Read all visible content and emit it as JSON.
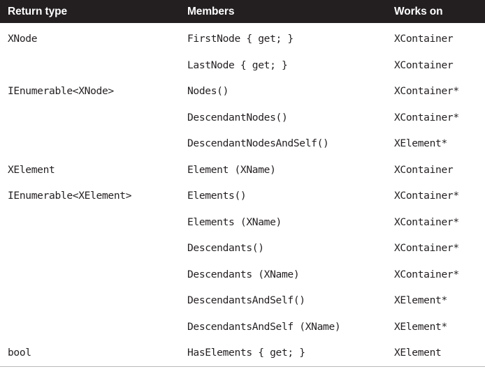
{
  "table": {
    "columns": [
      {
        "key": "return_type",
        "label": "Return type"
      },
      {
        "key": "members",
        "label": "Members"
      },
      {
        "key": "works_on",
        "label": "Works on"
      }
    ],
    "header_background": "#231f20",
    "header_text_color": "#ffffff",
    "body_text_color": "#231f20",
    "rule_color": "#b9b9b9",
    "rows": [
      {
        "return_type": "XNode",
        "members": "FirstNode { get; }",
        "works_on": "XContainer"
      },
      {
        "return_type": "",
        "members": "LastNode { get; }",
        "works_on": "XContainer"
      },
      {
        "return_type": "IEnumerable<XNode>",
        "members": "Nodes()",
        "works_on": "XContainer*"
      },
      {
        "return_type": "",
        "members": "DescendantNodes()",
        "works_on": "XContainer*"
      },
      {
        "return_type": "",
        "members": "DescendantNodesAndSelf()",
        "works_on": "XElement*"
      },
      {
        "return_type": "XElement",
        "members": "Element (XName)",
        "works_on": "XContainer"
      },
      {
        "return_type": "IEnumerable<XElement>",
        "members": "Elements()",
        "works_on": "XContainer*"
      },
      {
        "return_type": "",
        "members": "Elements (XName)",
        "works_on": "XContainer*"
      },
      {
        "return_type": "",
        "members": "Descendants()",
        "works_on": "XContainer*"
      },
      {
        "return_type": "",
        "members": "Descendants (XName)",
        "works_on": "XContainer*"
      },
      {
        "return_type": "",
        "members": "DescendantsAndSelf()",
        "works_on": "XElement*"
      },
      {
        "return_type": "",
        "members": "DescendantsAndSelf (XName)",
        "works_on": "XElement*"
      },
      {
        "return_type": "bool",
        "members": "HasElements { get; }",
        "works_on": "XElement"
      }
    ]
  }
}
